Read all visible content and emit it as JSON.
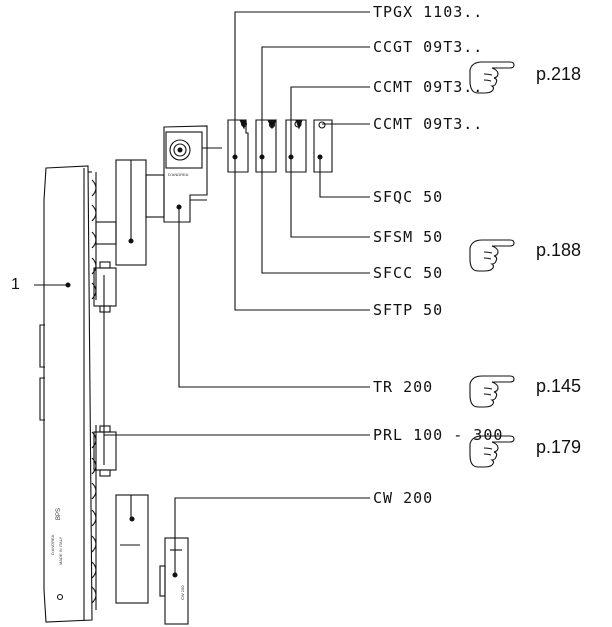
{
  "diagram": {
    "item_number": "1",
    "labels": {
      "tpgx": "TPGX 1103..",
      "ccgt": "CCGT 09T3..",
      "ccmt1": "CCMT 09T3..",
      "ccmt2": "CCMT 09T3..",
      "sfqc": "SFQC 50",
      "sfsm": "SFSM 50",
      "sfcc": "SFCC 50",
      "sftp": "SFTP 50",
      "tr": "TR 200",
      "prl": "PRL 100 - 300",
      "cw": "CW 200"
    },
    "page_refs": {
      "inserts": "p.218",
      "holders": "p.188",
      "tr": "p.145",
      "prl": "p.179"
    },
    "body_text": {
      "brand": "D'ANDREA",
      "model": "BPS",
      "origin": "MADE IN ITALY",
      "holder_brand": "D'ANDREA",
      "cw_mark": "CW 200"
    },
    "icons": {
      "pointer": "pointing-hand-icon"
    },
    "colors": {
      "line": "#111111"
    }
  }
}
